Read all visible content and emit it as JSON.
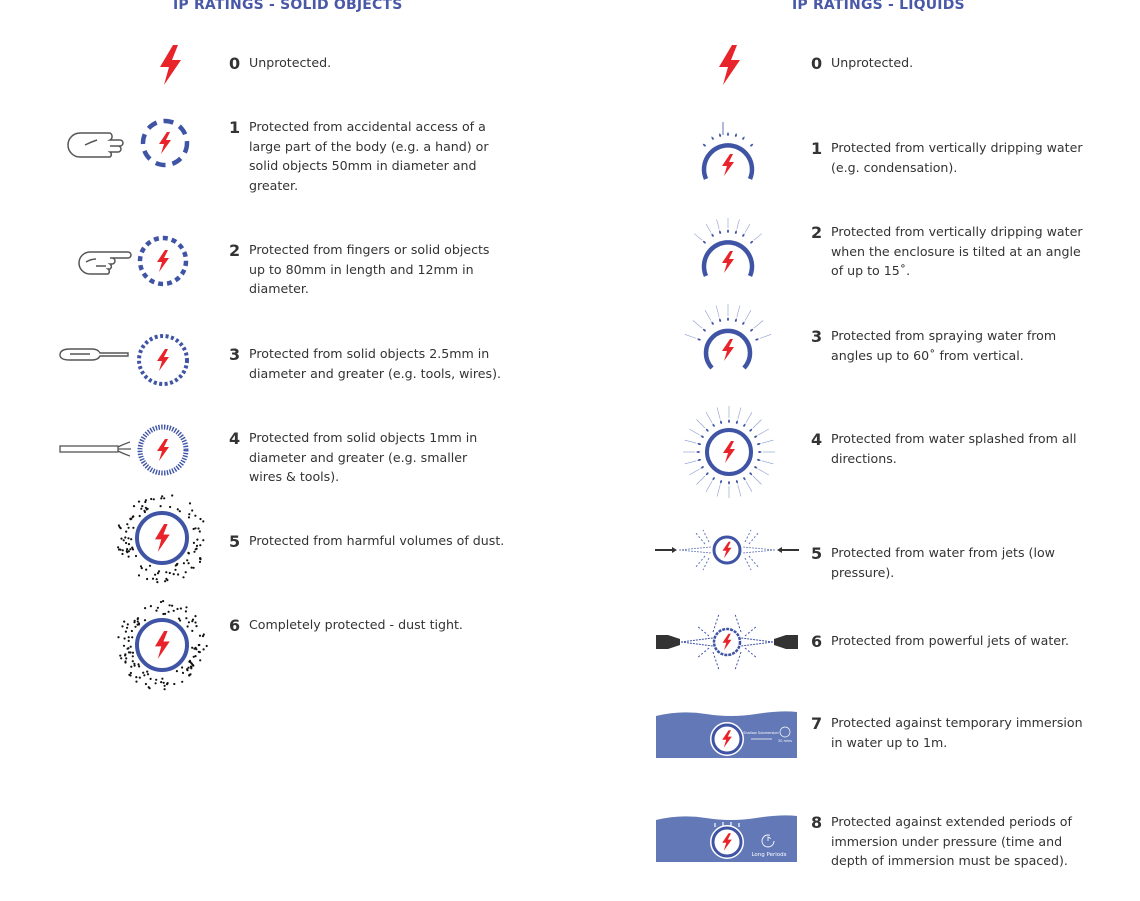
{
  "solids": {
    "title": "IP RATINGS - SOLID OBJECTS",
    "rows": [
      {
        "num": "0",
        "text": "Unprotected."
      },
      {
        "num": "1",
        "text": "Protected from accidental access of a large part of the body (e.g. a hand) or solid objects 50mm in diameter and greater."
      },
      {
        "num": "2",
        "text": "Protected from fingers or solid objects up to 80mm in length and 12mm in diameter."
      },
      {
        "num": "3",
        "text": "Protected from solid objects 2.5mm in diameter and greater (e.g. tools, wires)."
      },
      {
        "num": "4",
        "text": "Protected from solid objects 1mm in diameter and greater (e.g. smaller wires & tools)."
      },
      {
        "num": "5",
        "text": "Protected from harmful volumes of dust."
      },
      {
        "num": "6",
        "text": "Completely protected - dust tight."
      }
    ]
  },
  "liquids": {
    "title": "IP RATINGS - LIQUIDS",
    "rows": [
      {
        "num": "0",
        "text": "Unprotected."
      },
      {
        "num": "1",
        "text": "Protected from vertically dripping water (e.g. condensation)."
      },
      {
        "num": "2",
        "text": "Protected from vertically dripping water when the enclosure is tilted at an angle of up to 15˚."
      },
      {
        "num": "3",
        "text": "Protected from spraying water from angles up to 60˚ from vertical."
      },
      {
        "num": "4",
        "text": "Protected from water splashed from all directions."
      },
      {
        "num": "5",
        "text": "Protected from water from jets (low pressure)."
      },
      {
        "num": "6",
        "text": "Protected from powerful jets of water."
      },
      {
        "num": "7",
        "text": "Protected against temporary immersion in water up to 1m."
      },
      {
        "num": "8",
        "text": "Protected against extended periods of immersion under pressure (time and depth of immersion must be spaced)."
      }
    ],
    "immersion_labels": {
      "ip7_label": "Shallow Submersion",
      "ip7_time": "30 mins",
      "ip8_label": "Long Periods"
    }
  },
  "colors": {
    "blue": "#3f54a5",
    "red": "#e8232a",
    "water": "#6378b6",
    "title": "#4a58a8"
  }
}
